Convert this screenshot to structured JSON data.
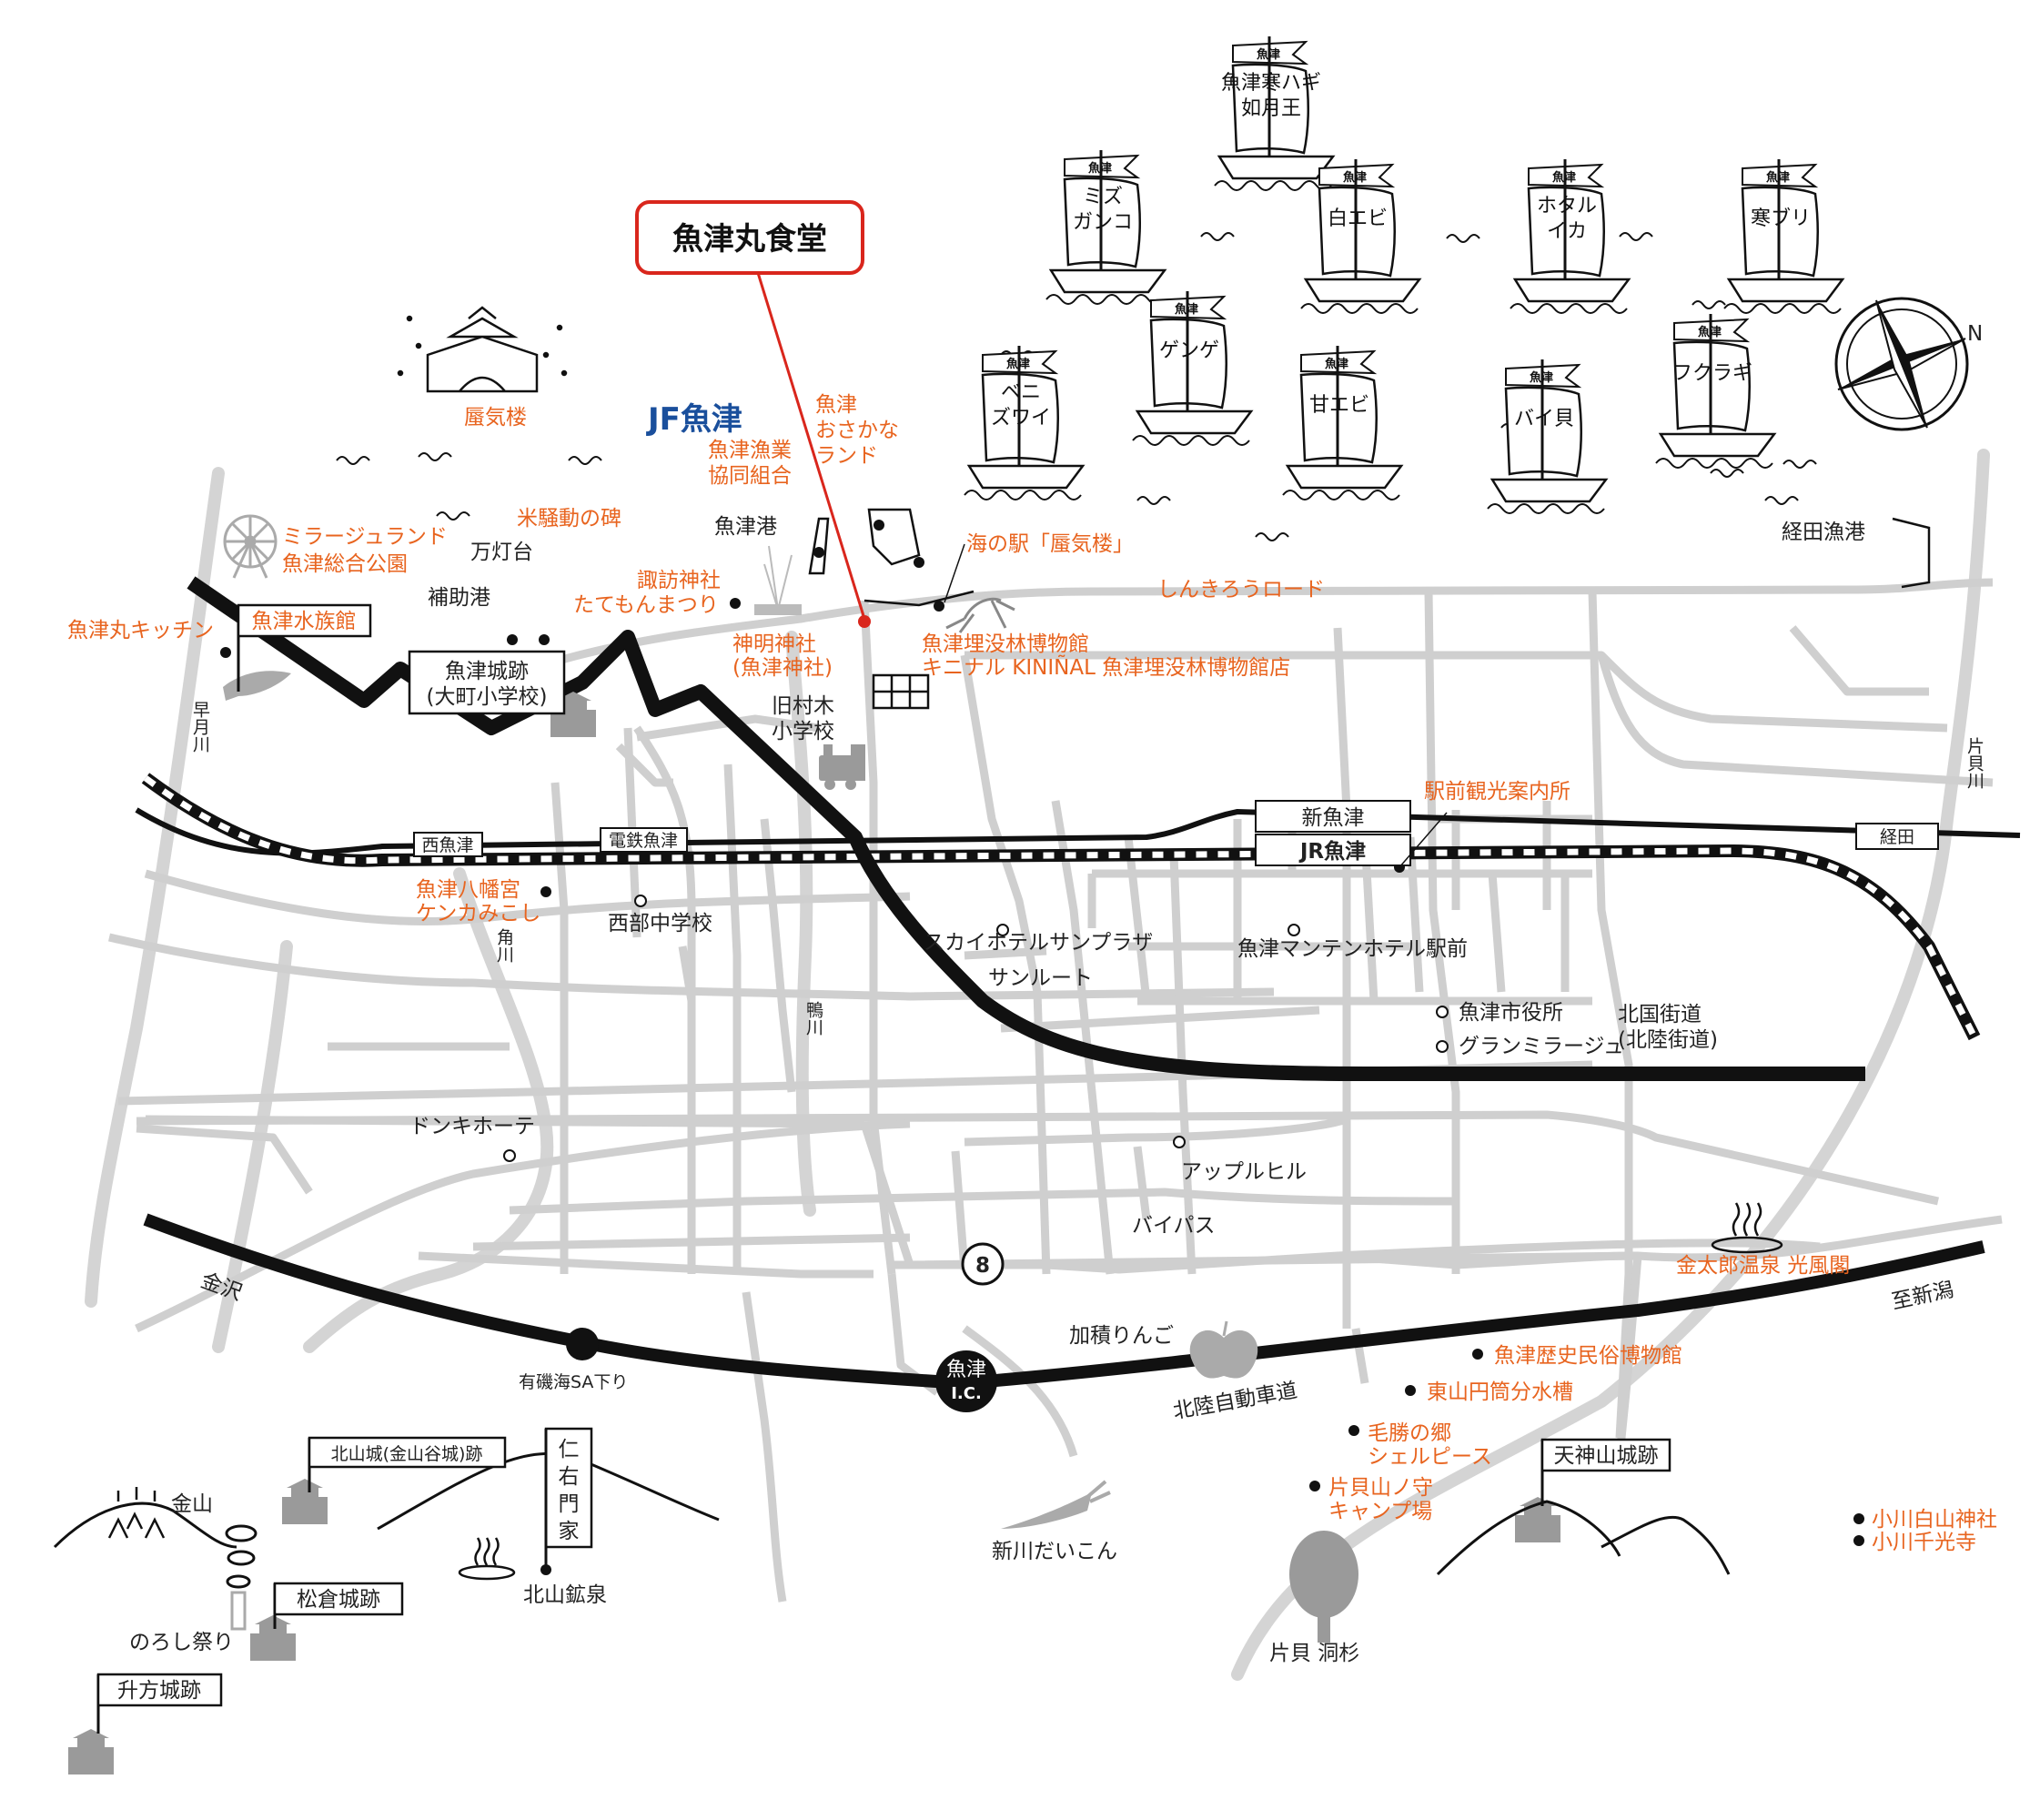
{
  "title": "魚津丸食堂",
  "colors": {
    "accent": "#d9261c",
    "label_orange": "#e8641f",
    "road_gray": "#cfcfcf",
    "ink": "#111111"
  },
  "compass": {
    "north_label": "N"
  },
  "jf_logo": {
    "text": "JF魚津",
    "color": "#1a4f9c"
  },
  "boats": [
    {
      "id": "boat-nyogetsu",
      "flag": "魚津",
      "lines": [
        "魚津寒ハギ",
        "如月王"
      ]
    },
    {
      "id": "boat-mizugango",
      "flag": "魚津",
      "lines": [
        "ミズ",
        "ガンコ"
      ]
    },
    {
      "id": "boat-shiroebi",
      "flag": "魚津",
      "lines": [
        "白エビ"
      ]
    },
    {
      "id": "boat-hotaruika",
      "flag": "魚津",
      "lines": [
        "ホタル",
        "イカ"
      ]
    },
    {
      "id": "boat-kanburi",
      "flag": "魚津",
      "lines": [
        "寒ブリ"
      ]
    },
    {
      "id": "boat-gengee",
      "flag": "魚津",
      "lines": [
        "ゲンゲ"
      ]
    },
    {
      "id": "boat-benizuwai",
      "flag": "魚津",
      "lines": [
        "ベニ",
        "ズワイ"
      ]
    },
    {
      "id": "boat-amaebi",
      "flag": "魚津",
      "lines": [
        "甘エビ"
      ]
    },
    {
      "id": "boat-baigai",
      "flag": "魚津",
      "lines": [
        "バイ貝"
      ]
    },
    {
      "id": "boat-fukuragi",
      "flag": "魚津",
      "lines": [
        "フクラギ"
      ]
    }
  ],
  "labels": {
    "shinkirou": "蜃気楼",
    "mirage_land": "ミラージュランド",
    "sogo_park": "魚津総合公園",
    "kome_sodo": "米騒動の碑",
    "mantoudai": "万灯台",
    "hosuke_ko": "補助港",
    "aquarium": "魚津水族館",
    "uozumaru_kitchen": "魚津丸キッチン",
    "castle_site_1": "魚津城跡",
    "castle_site_2": "(大町小学校)",
    "suwa_jinja": "諏訪神社",
    "tatemon": "たてもんまつり",
    "uozu_ko": "魚津港",
    "gyogyo_1": "魚津漁業",
    "gyogyo_2": "協同組合",
    "osakana_1": "魚津",
    "osakana_2": "おさかな",
    "osakana_3": "ランド",
    "umi_eki": "海の駅「蜃気楼」",
    "shinkirou_road": "しんきろうロード",
    "kyoda_port": "経田漁港",
    "shinmei_1": "神明神社",
    "shinmei_2": "(魚津神社)",
    "maibotsu_1": "魚津埋没林博物館",
    "maibotsu_2": "キニナル KINIÑAL 魚津埋没林博物館店",
    "old_school_1": "旧村木",
    "old_school_2": "小学校",
    "hayatsuki_river": "早月川",
    "katakai_river": "片貝川",
    "sumi_river": "角川",
    "kamo_river": "鴨川",
    "station_nishiuozu": "西魚津",
    "station_dentetsu": "電鉄魚津",
    "station_shinuozu": "新魚津",
    "station_jr": "JR魚津",
    "station_kyoda": "経田",
    "tourist_info": "駅前観光案内所",
    "hachimangu_1": "魚津八幡宮",
    "hachimangu_2": "ケンカみこし",
    "seibu_school": "西部中学校",
    "sky_hotel": "スカイホテルサンプラザ",
    "sunroad": "サンルート",
    "manten_hotel": "魚津マンテンホテル駅前",
    "city_hall": "魚津市役所",
    "grand_mirage": "グランミラージュ",
    "hokkoku_1": "北国街道",
    "hokkoku_2": "(北陸街道)",
    "donki": "ドンキホーテ",
    "apple_hill": "アップルヒル",
    "bypass": "バイパス",
    "route_no": "8",
    "kintaro": "金太郎温泉 光風閣",
    "kanazawa": "金沢",
    "niigata": "至新潟",
    "kazumi_apple": "加積りんご",
    "sa": "有磯海SA下り",
    "ic_1": "魚津",
    "ic_2": "I.C.",
    "expressway": "北陸自動車道",
    "rekishi_museum": "魚津歴史民俗博物館",
    "tank": "東山円筒分水槽",
    "shelpiece_1": "毛勝の郷",
    "shelpiece_2": "シェルピース",
    "camp_1": "片貝山ノ守",
    "camp_2": "キャンプ場",
    "tenjin_castle": "天神山城跡",
    "ogawa_hakusan": "小川白山神社",
    "ogawa_senko": "小川千光寺",
    "kitayama_castle": "北山城(金山谷城)跡",
    "niemon_1": "仁",
    "niemon_2": "右",
    "niemon_3": "門",
    "niemon_4": "家",
    "kanayama": "金山",
    "kitayama_spa": "北山鉱泉",
    "shinkawa_daikon": "新川だいこん",
    "matsukura": "松倉城跡",
    "noroshi": "のろし祭り",
    "masugata": "升方城跡",
    "dosugi": "片貝 洞杉"
  }
}
